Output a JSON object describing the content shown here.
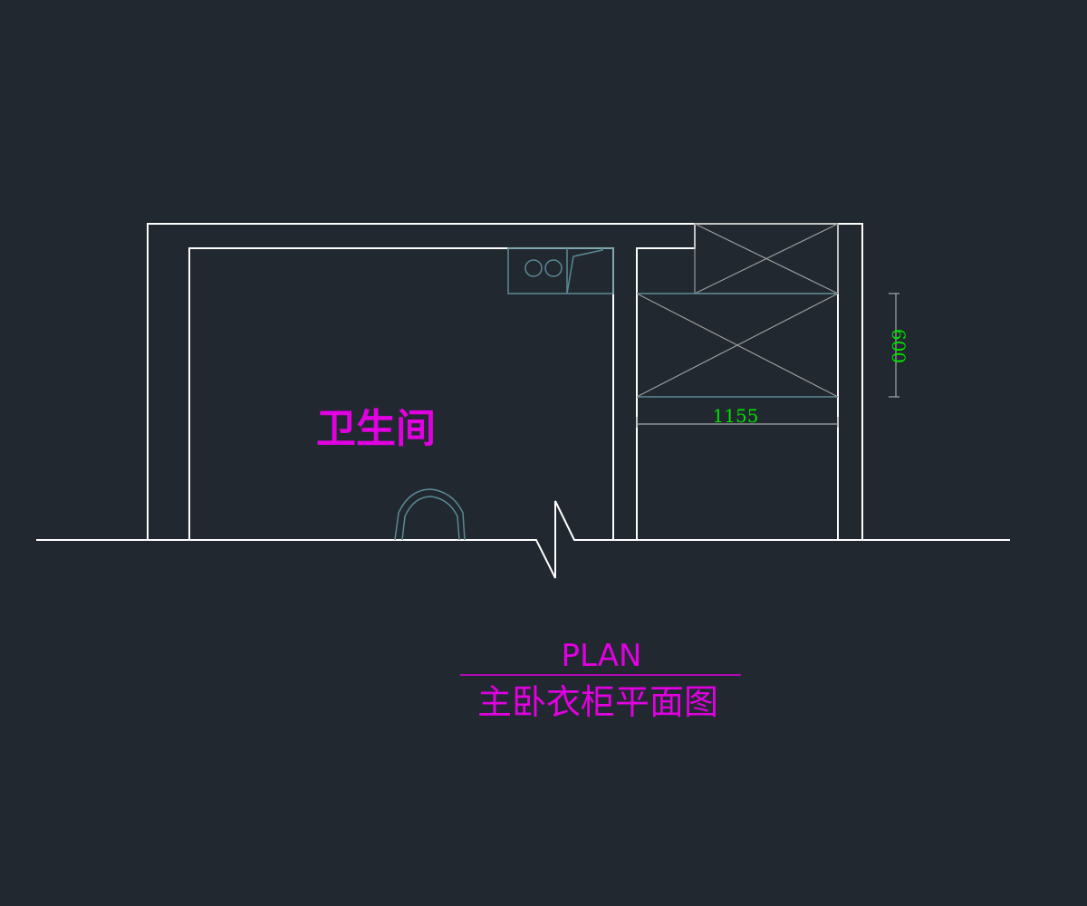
{
  "colors": {
    "background": "#212830",
    "wall": "#ffffff",
    "fixture": "#5a8a94",
    "cabinet": "#9a9a9a",
    "dimension_line": "#a8a8a8",
    "dimension_text": "#00e000",
    "label": "#e000e0"
  },
  "room_label": "卫生间",
  "dimensions": {
    "width": "1155",
    "depth": "600"
  },
  "title": {
    "english": "PLAN",
    "chinese": "主卧衣柜平面图"
  }
}
